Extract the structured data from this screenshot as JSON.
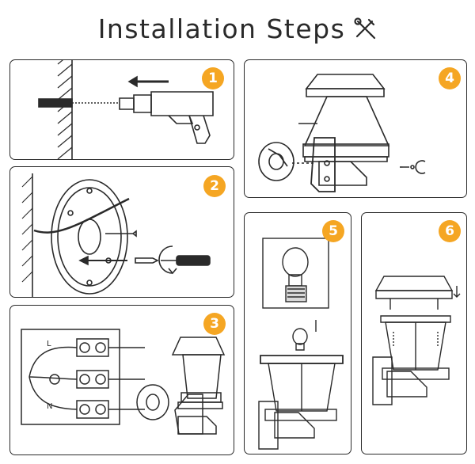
{
  "title": "Installation Steps",
  "steps": [
    {
      "number": "1"
    },
    {
      "number": "2"
    },
    {
      "number": "3"
    },
    {
      "number": "4"
    },
    {
      "number": "5"
    },
    {
      "number": "6"
    }
  ],
  "wiring": {
    "label_l": "L",
    "label_n": "N"
  },
  "colors": {
    "accent": "#f5a623",
    "outline": "#2a2a2a"
  },
  "icons": [
    "tools-icon"
  ]
}
